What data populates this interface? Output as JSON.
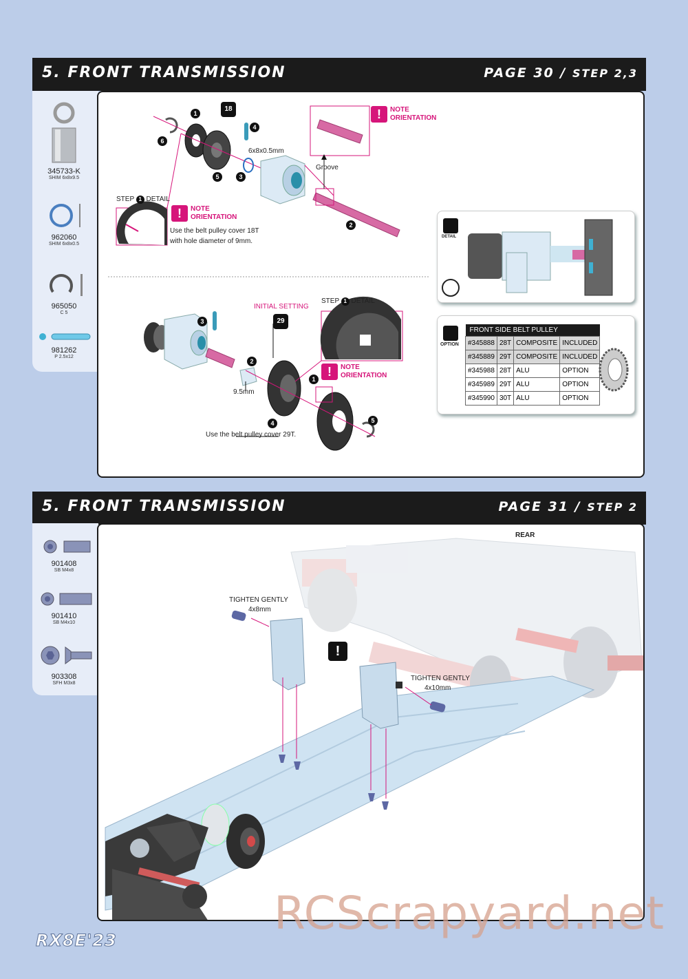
{
  "section1": {
    "title": "5. FRONT TRANSMISSION",
    "page": "PAGE 30",
    "sep": "/",
    "step": "STEP 2,3",
    "parts": [
      {
        "num": "345733-K",
        "desc": "SHIM 6x8x9.5"
      },
      {
        "num": "962060",
        "desc": "SHIM 6x8x0.5"
      },
      {
        "num": "965050",
        "desc": "C 5"
      },
      {
        "num": "981262",
        "desc": "P 2.5x12"
      }
    ],
    "labels": {
      "shim_size": "6x8x0.5mm",
      "groove": "Groove",
      "step_detail_a": "STEP",
      "step_detail_b": "DETAIL",
      "note": "NOTE",
      "orientation": "ORIENTATION",
      "pulley_note_1": "Use the belt pulley cover 18T",
      "pulley_note_2": "with hole diameter of 9mm.",
      "initial_setting": "INITIAL SETTING",
      "spacer_size": "9.5mm",
      "pulley_note_29": "Use the belt pulley cover 29T.",
      "badge_18": "18",
      "badge_29": "29",
      "detail_icon": "DETAIL",
      "option_icon": "OPTION"
    },
    "callouts_a": [
      "1",
      "4",
      "6",
      "5",
      "3",
      "2"
    ],
    "callouts_b": [
      "3",
      "2",
      "1",
      "4",
      "5"
    ],
    "callout_step": "1",
    "option_table": {
      "title": "FRONT SIDE BELT PULLEY",
      "rows": [
        [
          "#345888",
          "28T",
          "COMPOSITE",
          "INCLUDED"
        ],
        [
          "#345889",
          "29T",
          "COMPOSITE",
          "INCLUDED"
        ],
        [
          "#345988",
          "28T",
          "ALU",
          "OPTION"
        ],
        [
          "#345989",
          "29T",
          "ALU",
          "OPTION"
        ],
        [
          "#345990",
          "30T",
          "ALU",
          "OPTION"
        ]
      ]
    }
  },
  "section2": {
    "title": "5. FRONT TRANSMISSION",
    "page": "PAGE 31",
    "sep": "/",
    "step": "STEP 2",
    "parts": [
      {
        "num": "901408",
        "desc": "SB M4x8"
      },
      {
        "num": "901410",
        "desc": "SB M4x10"
      },
      {
        "num": "903308",
        "desc": "SFH M3x8"
      }
    ],
    "labels": {
      "rear": "REAR",
      "tighten_1": "TIGHTEN GENTLY",
      "size_1": "4x8mm",
      "tighten_2": "TIGHTEN GENTLY",
      "size_2": "4x10mm",
      "warn": "!"
    }
  },
  "footer": {
    "brand": "RX8E'23"
  },
  "watermark": "RCScrapyard.net",
  "colors": {
    "header": "#1b1b1b",
    "accent": "#d6157a",
    "background": "#bccde9",
    "sidebar": "#e7edf8",
    "chassis": "#cfe3f2"
  }
}
